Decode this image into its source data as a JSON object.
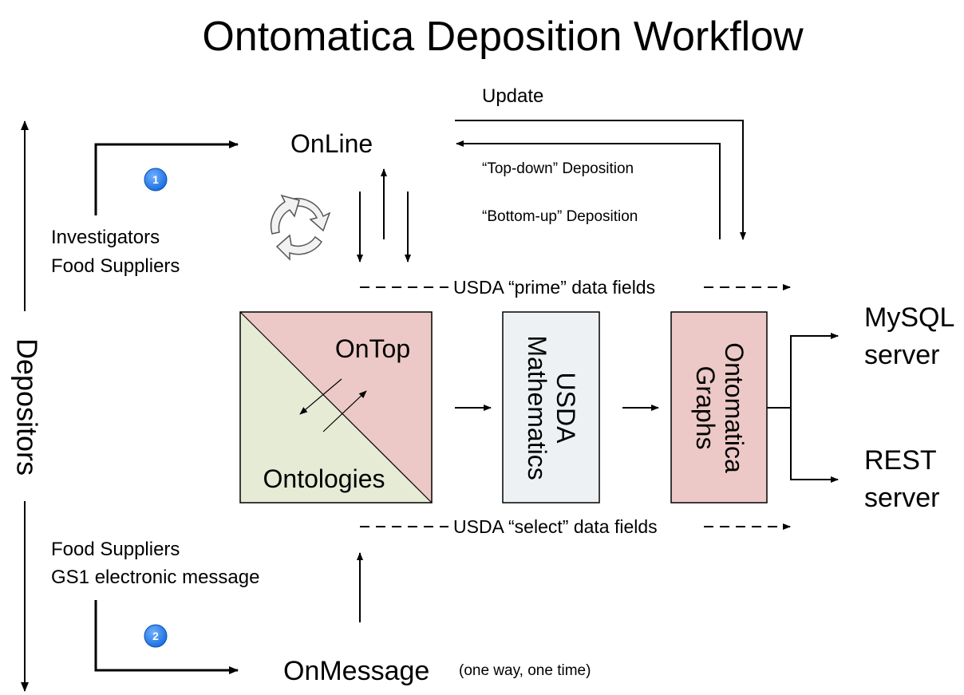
{
  "title": "Ontomatica Deposition Workflow",
  "depositors_label": "Depositors",
  "top_source": {
    "line1": "Investigators",
    "line2": "Food Suppliers",
    "step": "1"
  },
  "bottom_source": {
    "line1": "Food Suppliers",
    "line2": "GS1 electronic message",
    "step": "2"
  },
  "online_label": "OnLine",
  "onmessage_label": "OnMessage",
  "onmessage_note": "(one way, one time)",
  "update_label": "Update",
  "top_down_label": "“Top-down” Deposition",
  "bottom_up_label": "“Bottom-up” Deposition",
  "prime_fields_label": "USDA “prime” data fields",
  "select_fields_label": "USDA “select” data fields",
  "ontop_label": "OnTop",
  "ontologies_label": "Ontologies",
  "usda_math": {
    "line1": "USDA",
    "line2": "Mathematics"
  },
  "graphs": {
    "line1": "Ontomatica",
    "line2": "Graphs"
  },
  "mysql": {
    "line1": "MySQL",
    "line2": "server"
  },
  "rest": {
    "line1": "REST",
    "line2": "server"
  },
  "colors": {
    "ontop_fill": "#ecc9c6",
    "ontologies_fill": "#e6ebd6",
    "math_fill": "#edf1f4",
    "graphs_fill": "#ecc9c6",
    "badge": "#1a6fe0"
  },
  "icons": {
    "cycle": "cycle-icon",
    "badge": "number-badge-icon"
  }
}
